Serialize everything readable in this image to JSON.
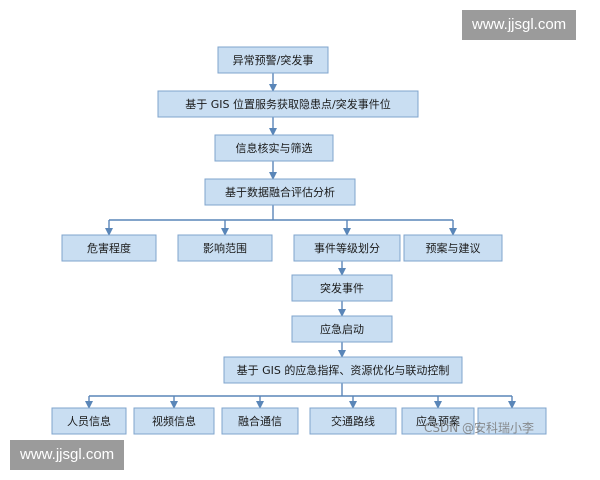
{
  "watermarks": {
    "top": "www.jjsgl.com",
    "bottom": "www.jjsgl.com",
    "csdn": "CSDN @安科瑞小李"
  },
  "colors": {
    "box_fill": "#c9def2",
    "box_stroke": "#7fa4cc",
    "connector": "#5a86b8",
    "text": "#1a1a1a",
    "background": "#ffffff"
  },
  "nodes": [
    {
      "id": "n1",
      "label": "异常预警/突发事"
    },
    {
      "id": "n2",
      "label": "基于 GIS 位置服务获取隐患点/突发事件位"
    },
    {
      "id": "n3",
      "label": "信息核实与筛选"
    },
    {
      "id": "n4",
      "label": "基于数据融合评估分析"
    },
    {
      "id": "n5a",
      "label": "危害程度"
    },
    {
      "id": "n5b",
      "label": "影响范围"
    },
    {
      "id": "n5c",
      "label": "事件等级划分"
    },
    {
      "id": "n5d",
      "label": "预案与建议"
    },
    {
      "id": "n6",
      "label": "突发事件"
    },
    {
      "id": "n7",
      "label": "应急启动"
    },
    {
      "id": "n8",
      "label": "基于 GIS 的应急指挥、资源优化与联动控制"
    },
    {
      "id": "n9a",
      "label": "人员信息"
    },
    {
      "id": "n9b",
      "label": "视频信息"
    },
    {
      "id": "n9c",
      "label": "融合通信"
    },
    {
      "id": "n9d",
      "label": "交通路线"
    },
    {
      "id": "n9e",
      "label": "应急预案"
    },
    {
      "id": "n9f",
      "label": ""
    }
  ]
}
